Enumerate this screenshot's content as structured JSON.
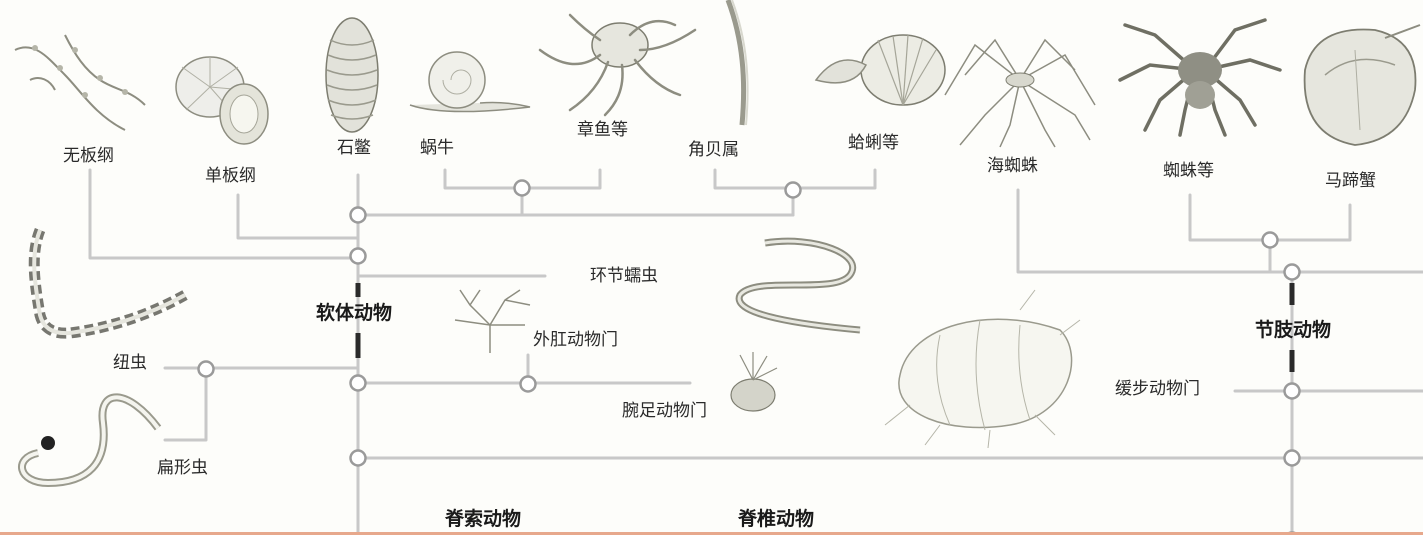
{
  "labels": {
    "wubangang": "无板纲",
    "danbangang": "单板纲",
    "shibie": "石鳖",
    "woniu": "蜗牛",
    "zhangyu": "章鱼等",
    "jiaobeishu": "角贝属",
    "geli": "蛤蜊等",
    "haizhizhu": "海蜘蛛",
    "zhizhu": "蜘蛛等",
    "matixie": "马蹄蟹",
    "huanjie": "环节蠕虫",
    "ruanti": "软体动物",
    "waigang": "外肛动物门",
    "niuchong": "纽虫",
    "wanzu": "腕足动物门",
    "bianxing": "扁形虫",
    "huanbu": "缓步动物门",
    "jiezhi": "节肢动物",
    "jisuo": "脊索动物",
    "jizhui": "脊椎动物"
  },
  "colors": {
    "line": "#c8c8c8",
    "node_stroke": "#9a9a9a",
    "node_fill": "#ffffff",
    "stem_mark": "#2a2a2a",
    "bottom_strip": "#e7a88c"
  }
}
